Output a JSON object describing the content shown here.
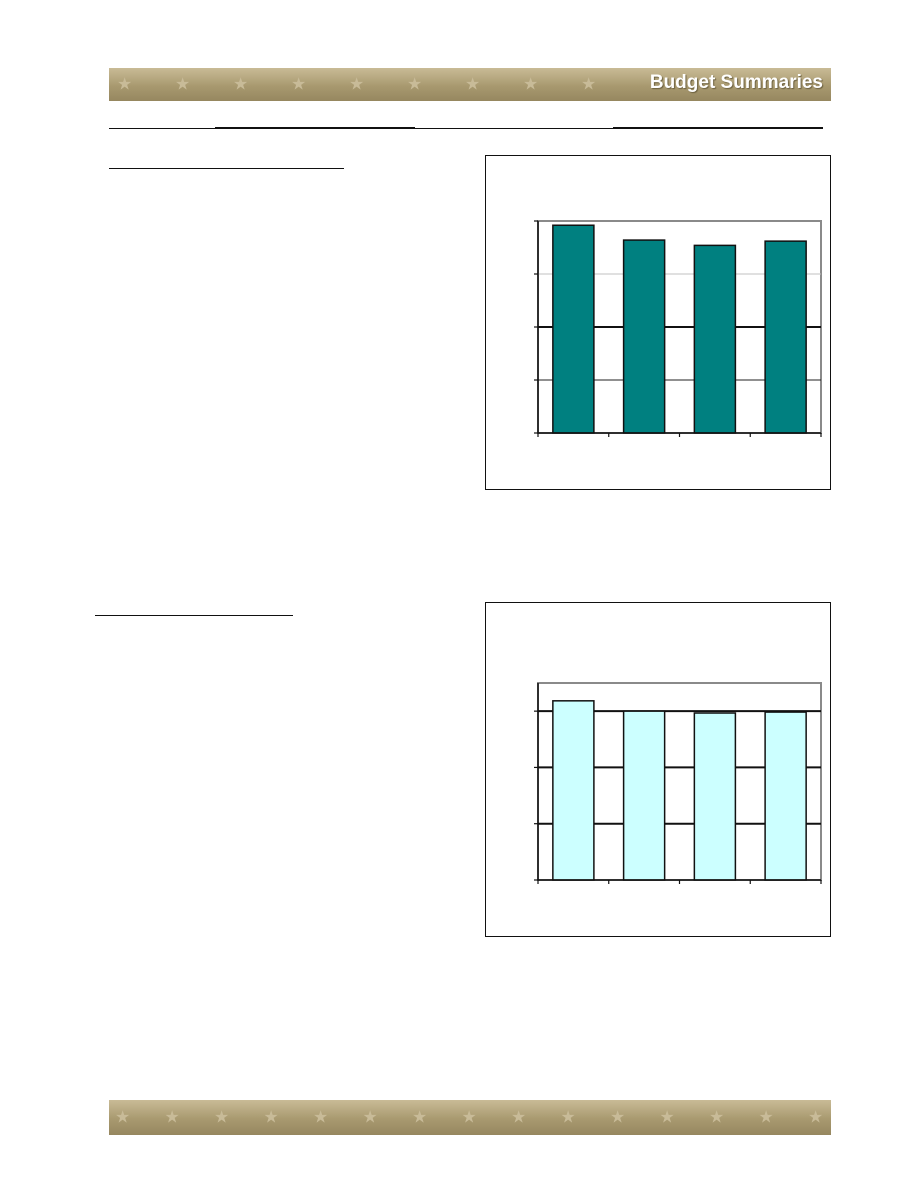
{
  "header": {
    "title": "Budget Summaries"
  },
  "colors": {
    "banner": "#a8996f",
    "star": "#c8bb98",
    "chart1_bar": "#008080",
    "chart2_bar": "#ccffff"
  },
  "chart_data": [
    {
      "type": "bar",
      "categories": [
        "",
        "",
        "",
        ""
      ],
      "values": [
        98,
        91,
        88.5,
        90.5
      ],
      "title": "",
      "xlabel": "",
      "ylabel": "",
      "ylim": [
        0,
        100
      ],
      "grid": true
    },
    {
      "type": "bar",
      "categories": [
        "",
        "",
        "",
        ""
      ],
      "values": [
        95.5,
        90,
        89,
        89.5
      ],
      "title": "",
      "xlabel": "",
      "ylabel": "",
      "ylim": [
        0,
        105
      ],
      "grid": true
    }
  ]
}
